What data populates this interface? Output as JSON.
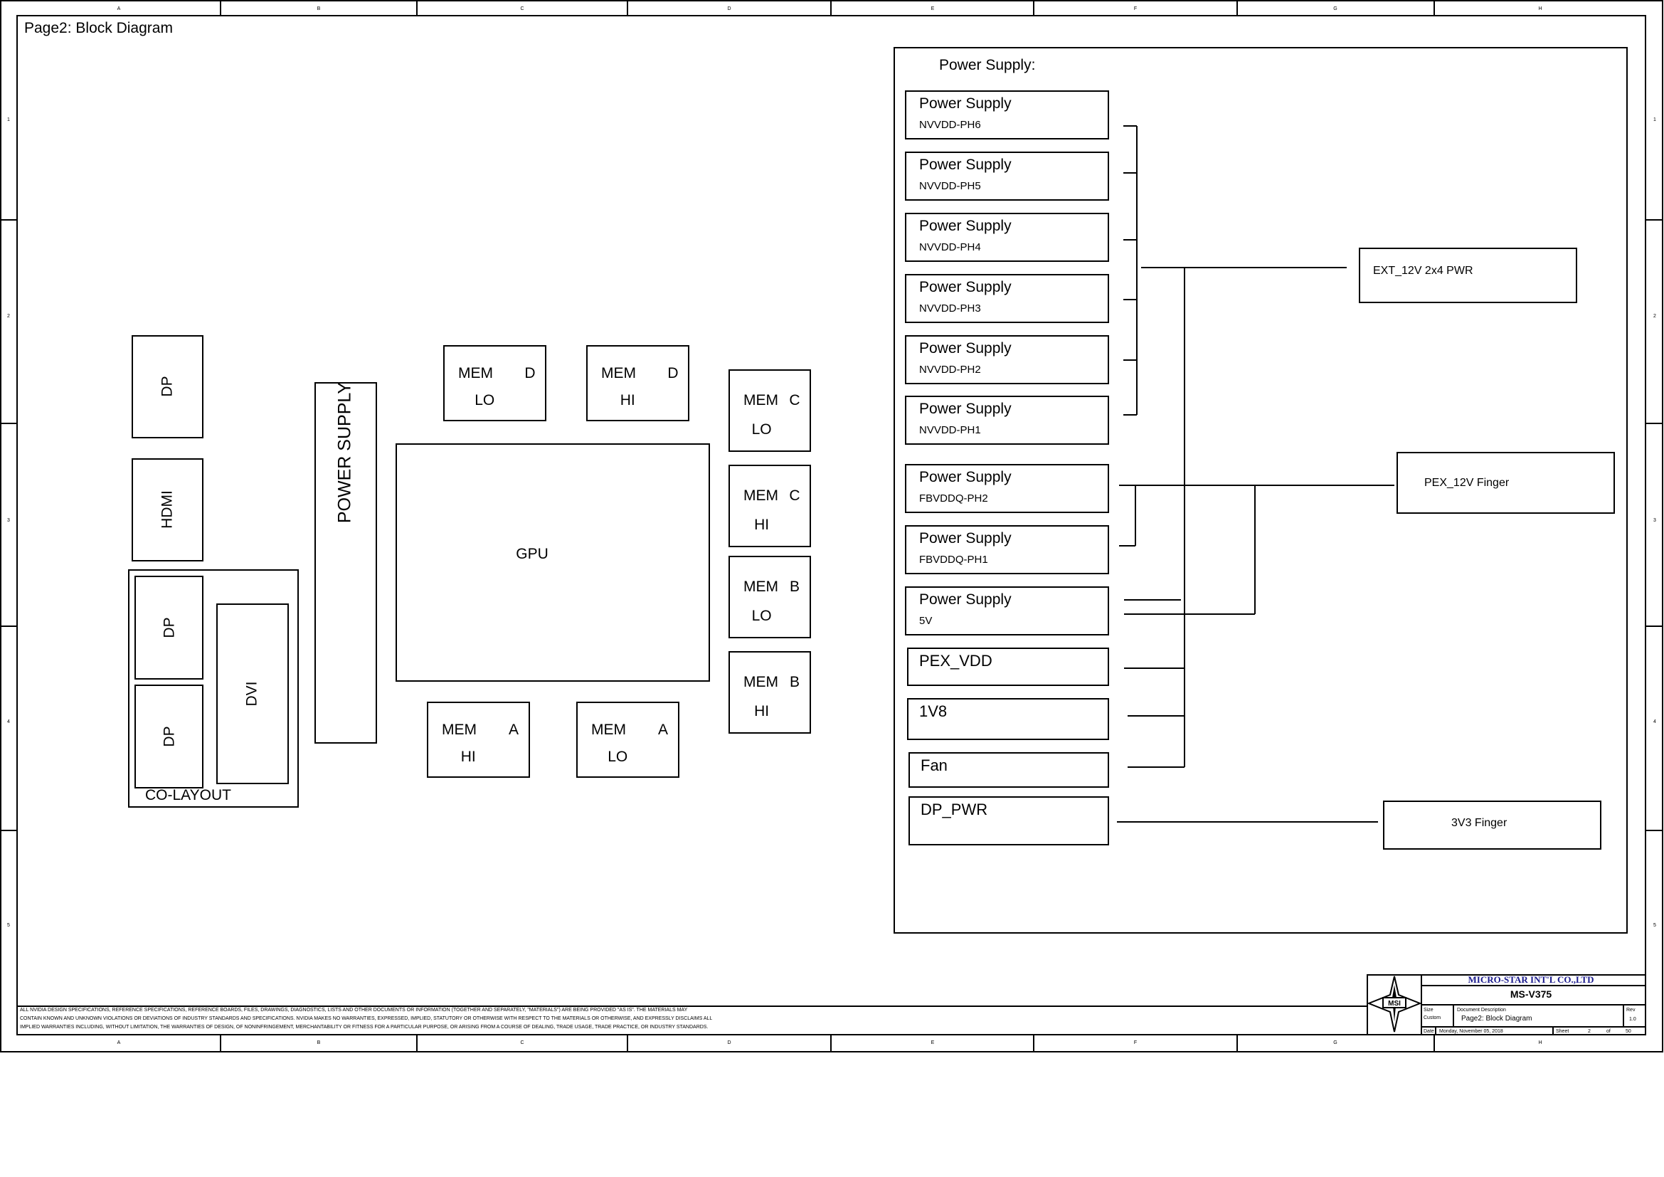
{
  "page_title": "Page2: Block Diagram",
  "border": {
    "columns": [
      "A",
      "B",
      "C",
      "D",
      "E",
      "F",
      "G",
      "H"
    ],
    "rows": [
      "1",
      "2",
      "3",
      "4",
      "5"
    ]
  },
  "left_section": {
    "connectors": {
      "dp_top": "DP",
      "hdmi": "HDMI",
      "dp_colayout_1": "DP",
      "dp_colayout_2": "DP",
      "dvi": "DVI",
      "colayout_label": "CO-LAYOUT"
    },
    "power_supply": "POWER SUPPLY",
    "gpu": "GPU",
    "memory": [
      {
        "id": "d-lo",
        "mem": "MEM",
        "ch": "D",
        "half": "LO"
      },
      {
        "id": "d-hi",
        "mem": "MEM",
        "ch": "D",
        "half": "HI"
      },
      {
        "id": "c-lo",
        "mem": "MEM",
        "ch": "C",
        "half": "LO"
      },
      {
        "id": "c-hi",
        "mem": "MEM",
        "ch": "C",
        "half": "HI"
      },
      {
        "id": "b-lo",
        "mem": "MEM",
        "ch": "B",
        "half": "LO"
      },
      {
        "id": "b-hi",
        "mem": "MEM",
        "ch": "B",
        "half": "HI"
      },
      {
        "id": "a-hi",
        "mem": "MEM",
        "ch": "A",
        "half": "HI"
      },
      {
        "id": "a-lo",
        "mem": "MEM",
        "ch": "A",
        "half": "LO"
      }
    ]
  },
  "power_section": {
    "title": "Power Supply:",
    "rails": [
      {
        "label": "Power Supply",
        "sub": "NVVDD-PH6"
      },
      {
        "label": "Power Supply",
        "sub": "NVVDD-PH5"
      },
      {
        "label": "Power Supply",
        "sub": "NVVDD-PH4"
      },
      {
        "label": "Power Supply",
        "sub": "NVVDD-PH3"
      },
      {
        "label": "Power Supply",
        "sub": "NVVDD-PH2"
      },
      {
        "label": "Power Supply",
        "sub": "NVVDD-PH1"
      },
      {
        "label": "Power Supply",
        "sub": "FBVDDQ-PH2"
      },
      {
        "label": "Power Supply",
        "sub": "FBVDDQ-PH1"
      },
      {
        "label": "Power Supply",
        "sub": "5V"
      },
      {
        "label": "PEX_VDD",
        "sub": ""
      },
      {
        "label": "1V8",
        "sub": ""
      },
      {
        "label": "Fan",
        "sub": ""
      },
      {
        "label": "DP_PWR",
        "sub": ""
      }
    ],
    "sources": {
      "ext_12v": "EXT_12V 2x4 PWR",
      "pex_12v": "PEX_12V Finger",
      "finger_3v3": "3V3 Finger"
    }
  },
  "title_block": {
    "company": "MICRO-STAR INT'L CO.,LTD",
    "logo_text": "MSI",
    "model": "MS-V375",
    "size_label": "Size",
    "size_value": "Custom",
    "doc_desc_label": "Document Description",
    "doc_desc_value": "Page2: Block Diagram",
    "rev_label": "Rev",
    "rev_value": "1.0",
    "date_label": "Date",
    "date_value": "Monday, November 05, 2018",
    "sheet_label": "Sheet",
    "sheet_num": "2",
    "of_label": "of",
    "sheet_total": "50"
  },
  "disclaimer": [
    "ALL NVIDIA DESIGN SPECIFICATIONS, REFERENCE SPECIFICATIONS, REFERENCE BOARDS, FILES, DRAWINGS, DIAGNOSTICS, LISTS AND OTHER DOCUMENTS OR INFORMATION (TOGETHER AND SEPARATELY, \"MATERIALS\") ARE BEING PROVIDED \"AS IS\". THE MATERIALS MAY",
    "CONTAIN KNOWN AND UNKNOWN VIOLATIONS OR DEVIATIONS OF INDUSTRY STANDARDS AND SPECIFICATIONS. NVIDIA MAKES NO WARRANTIES, EXPRESSED, IMPLIED, STATUTORY OR OTHERWISE WITH RESPECT TO THE MATERIALS OR OTHERWISE, AND EXPRESSLY DISCLAIMS ALL",
    "IMPLIED WARRANTIES INCLUDING, WITHOUT LIMITATION, THE WARRANTIES OF DESIGN, OF NONINFRINGEMENT, MERCHANTABILITY OR FITNESS FOR A PARTICULAR PURPOSE, OR ARISING FROM A COURSE OF DEALING, TRADE USAGE, TRADE PRACTICE, OR INDUSTRY STANDARDS."
  ]
}
